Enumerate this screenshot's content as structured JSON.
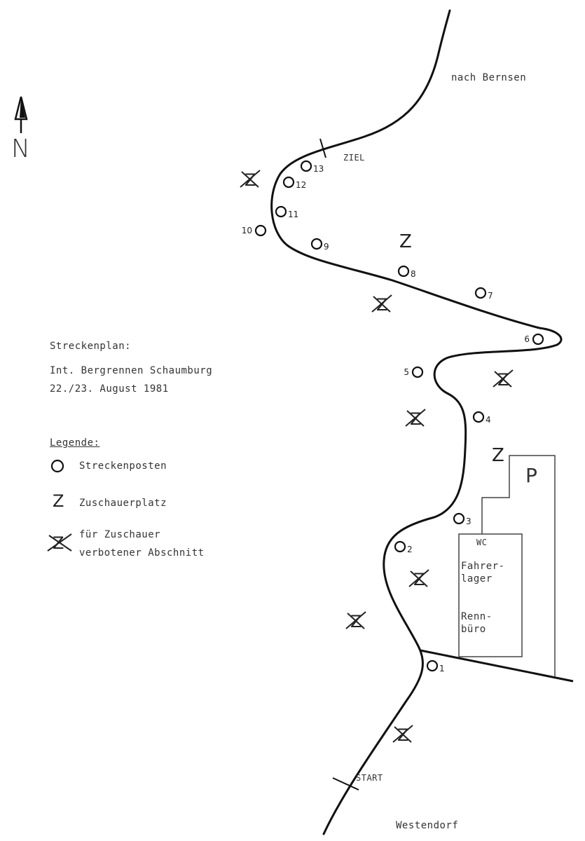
{
  "title": {
    "heading": "Streckenplan:",
    "event": "Int. Bergrennen Schaumburg",
    "date": "22./23. August 1981"
  },
  "legend": {
    "heading": "Legende:",
    "items": [
      {
        "icon": "circle-icon",
        "label": "Streckenposten"
      },
      {
        "icon": "z-icon",
        "label": "Zuschauerplatz"
      },
      {
        "icon": "crossed-z-icon",
        "label": "für Zuschauer",
        "label2": "verbotener Abschnitt"
      }
    ]
  },
  "places": {
    "north": "nach Bernsen",
    "south": "Westendorf",
    "start": "START",
    "finish": "ZIEL"
  },
  "compass": "N",
  "facilities": {
    "parking": "P",
    "wc": "WC",
    "paddock": "Fahrer-",
    "paddock2": "lager",
    "office": "Renn-",
    "office2": "büro"
  },
  "posts": [
    "1",
    "2",
    "3",
    "4",
    "5",
    "6",
    "7",
    "8",
    "9",
    "10",
    "11",
    "12",
    "13"
  ],
  "spectator_symbol": "Z"
}
